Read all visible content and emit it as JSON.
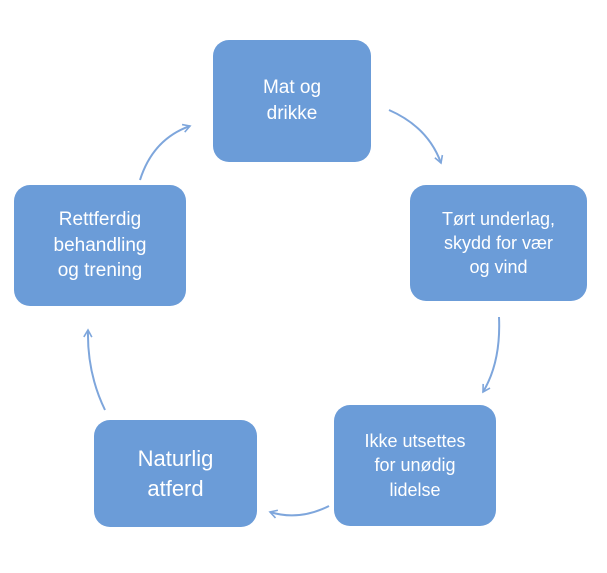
{
  "diagram": {
    "type": "cycle",
    "description": "Animal welfare cycle diagram (Norwegian)",
    "node_fill_color": "#6B9CD8",
    "node_text_color": "#FFFFFF",
    "arrow_color": "#7EA6DC",
    "background_color": "#FFFFFF",
    "nodes": [
      {
        "id": "mat-og-drikke",
        "position": "top",
        "label": "Mat og\ndrikke"
      },
      {
        "id": "tort-underlag",
        "position": "right",
        "label": "Tørt underlag,\nskydd for vær\nog vind"
      },
      {
        "id": "ikke-utsettes",
        "position": "bottom-right",
        "label": "Ikke utsettes\nfor unødig\nlidelse"
      },
      {
        "id": "naturlig-atferd",
        "position": "bottom-left",
        "label": "Naturlig\natferd"
      },
      {
        "id": "rettferdig-behandling",
        "position": "left",
        "label": "Rettferdig\nbehandling\nog trening"
      }
    ],
    "arrows": [
      {
        "from": "rettferdig-behandling",
        "to": "mat-og-drikke"
      },
      {
        "from": "mat-og-drikke",
        "to": "tort-underlag"
      },
      {
        "from": "tort-underlag",
        "to": "ikke-utsettes"
      },
      {
        "from": "ikke-utsettes",
        "to": "naturlig-atferd"
      },
      {
        "from": "naturlig-atferd",
        "to": "rettferdig-behandling"
      }
    ]
  }
}
